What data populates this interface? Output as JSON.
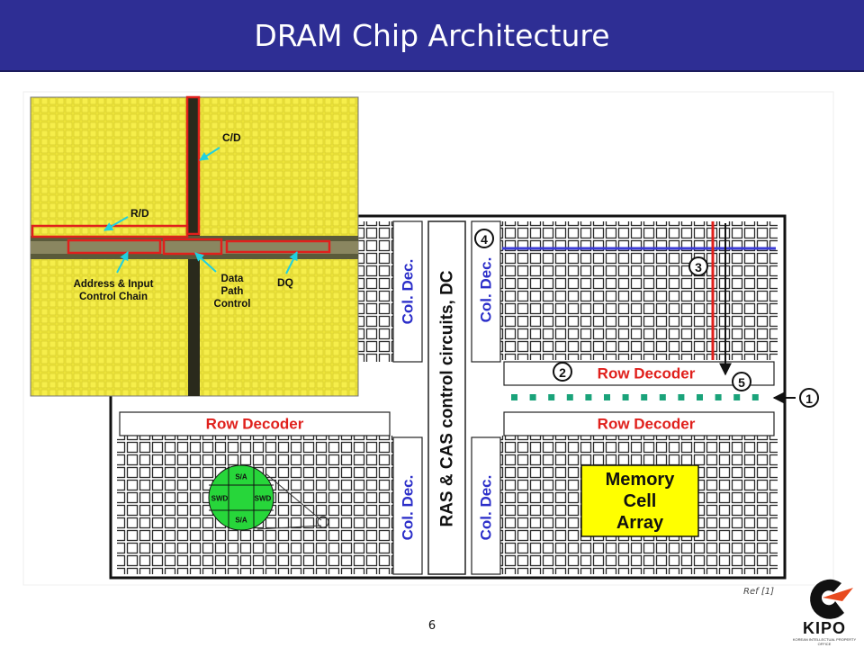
{
  "title": "DRAM Chip Architecture",
  "page_number": "6",
  "ref_note": "Ref [1]",
  "logo": {
    "name": "KIPO",
    "subtitle": "KOREAN INTELLECTUAL PROPERTY OFFICE"
  },
  "diagram": {
    "row_decoder_label": "Row Decoder",
    "col_decoder_label": "Col. Dec.",
    "control_label": "RAS & CAS control circuits, DC",
    "memory_cell_array_label": [
      "Memory",
      "Cell",
      "Array"
    ],
    "step_markers": [
      "1",
      "2",
      "3",
      "4",
      "5"
    ],
    "subarray_labels": {
      "sense_amp": "S/A",
      "sub_word_driver": "SWD"
    }
  },
  "die_photo": {
    "labels": {
      "cd": "C/D",
      "rd": "R/D",
      "address_input": [
        "Address & Input",
        "Control Chain"
      ],
      "data_path": [
        "Data",
        "Path",
        "Control"
      ],
      "dq": "DQ"
    }
  },
  "colors": {
    "title_bar": "#2e2e94",
    "row_decoder_text": "#e0201c",
    "col_decoder_text": "#2b2ec9",
    "memory_box": "#ffff00",
    "die_photo": "#f2ea3c",
    "highlight_red": "#e0201c",
    "wordline_blue": "#3b3bd6",
    "green_dots": "#1aa37a",
    "subarray_green": "#27d63a",
    "arrow_cyan": "#1fd0e0"
  }
}
